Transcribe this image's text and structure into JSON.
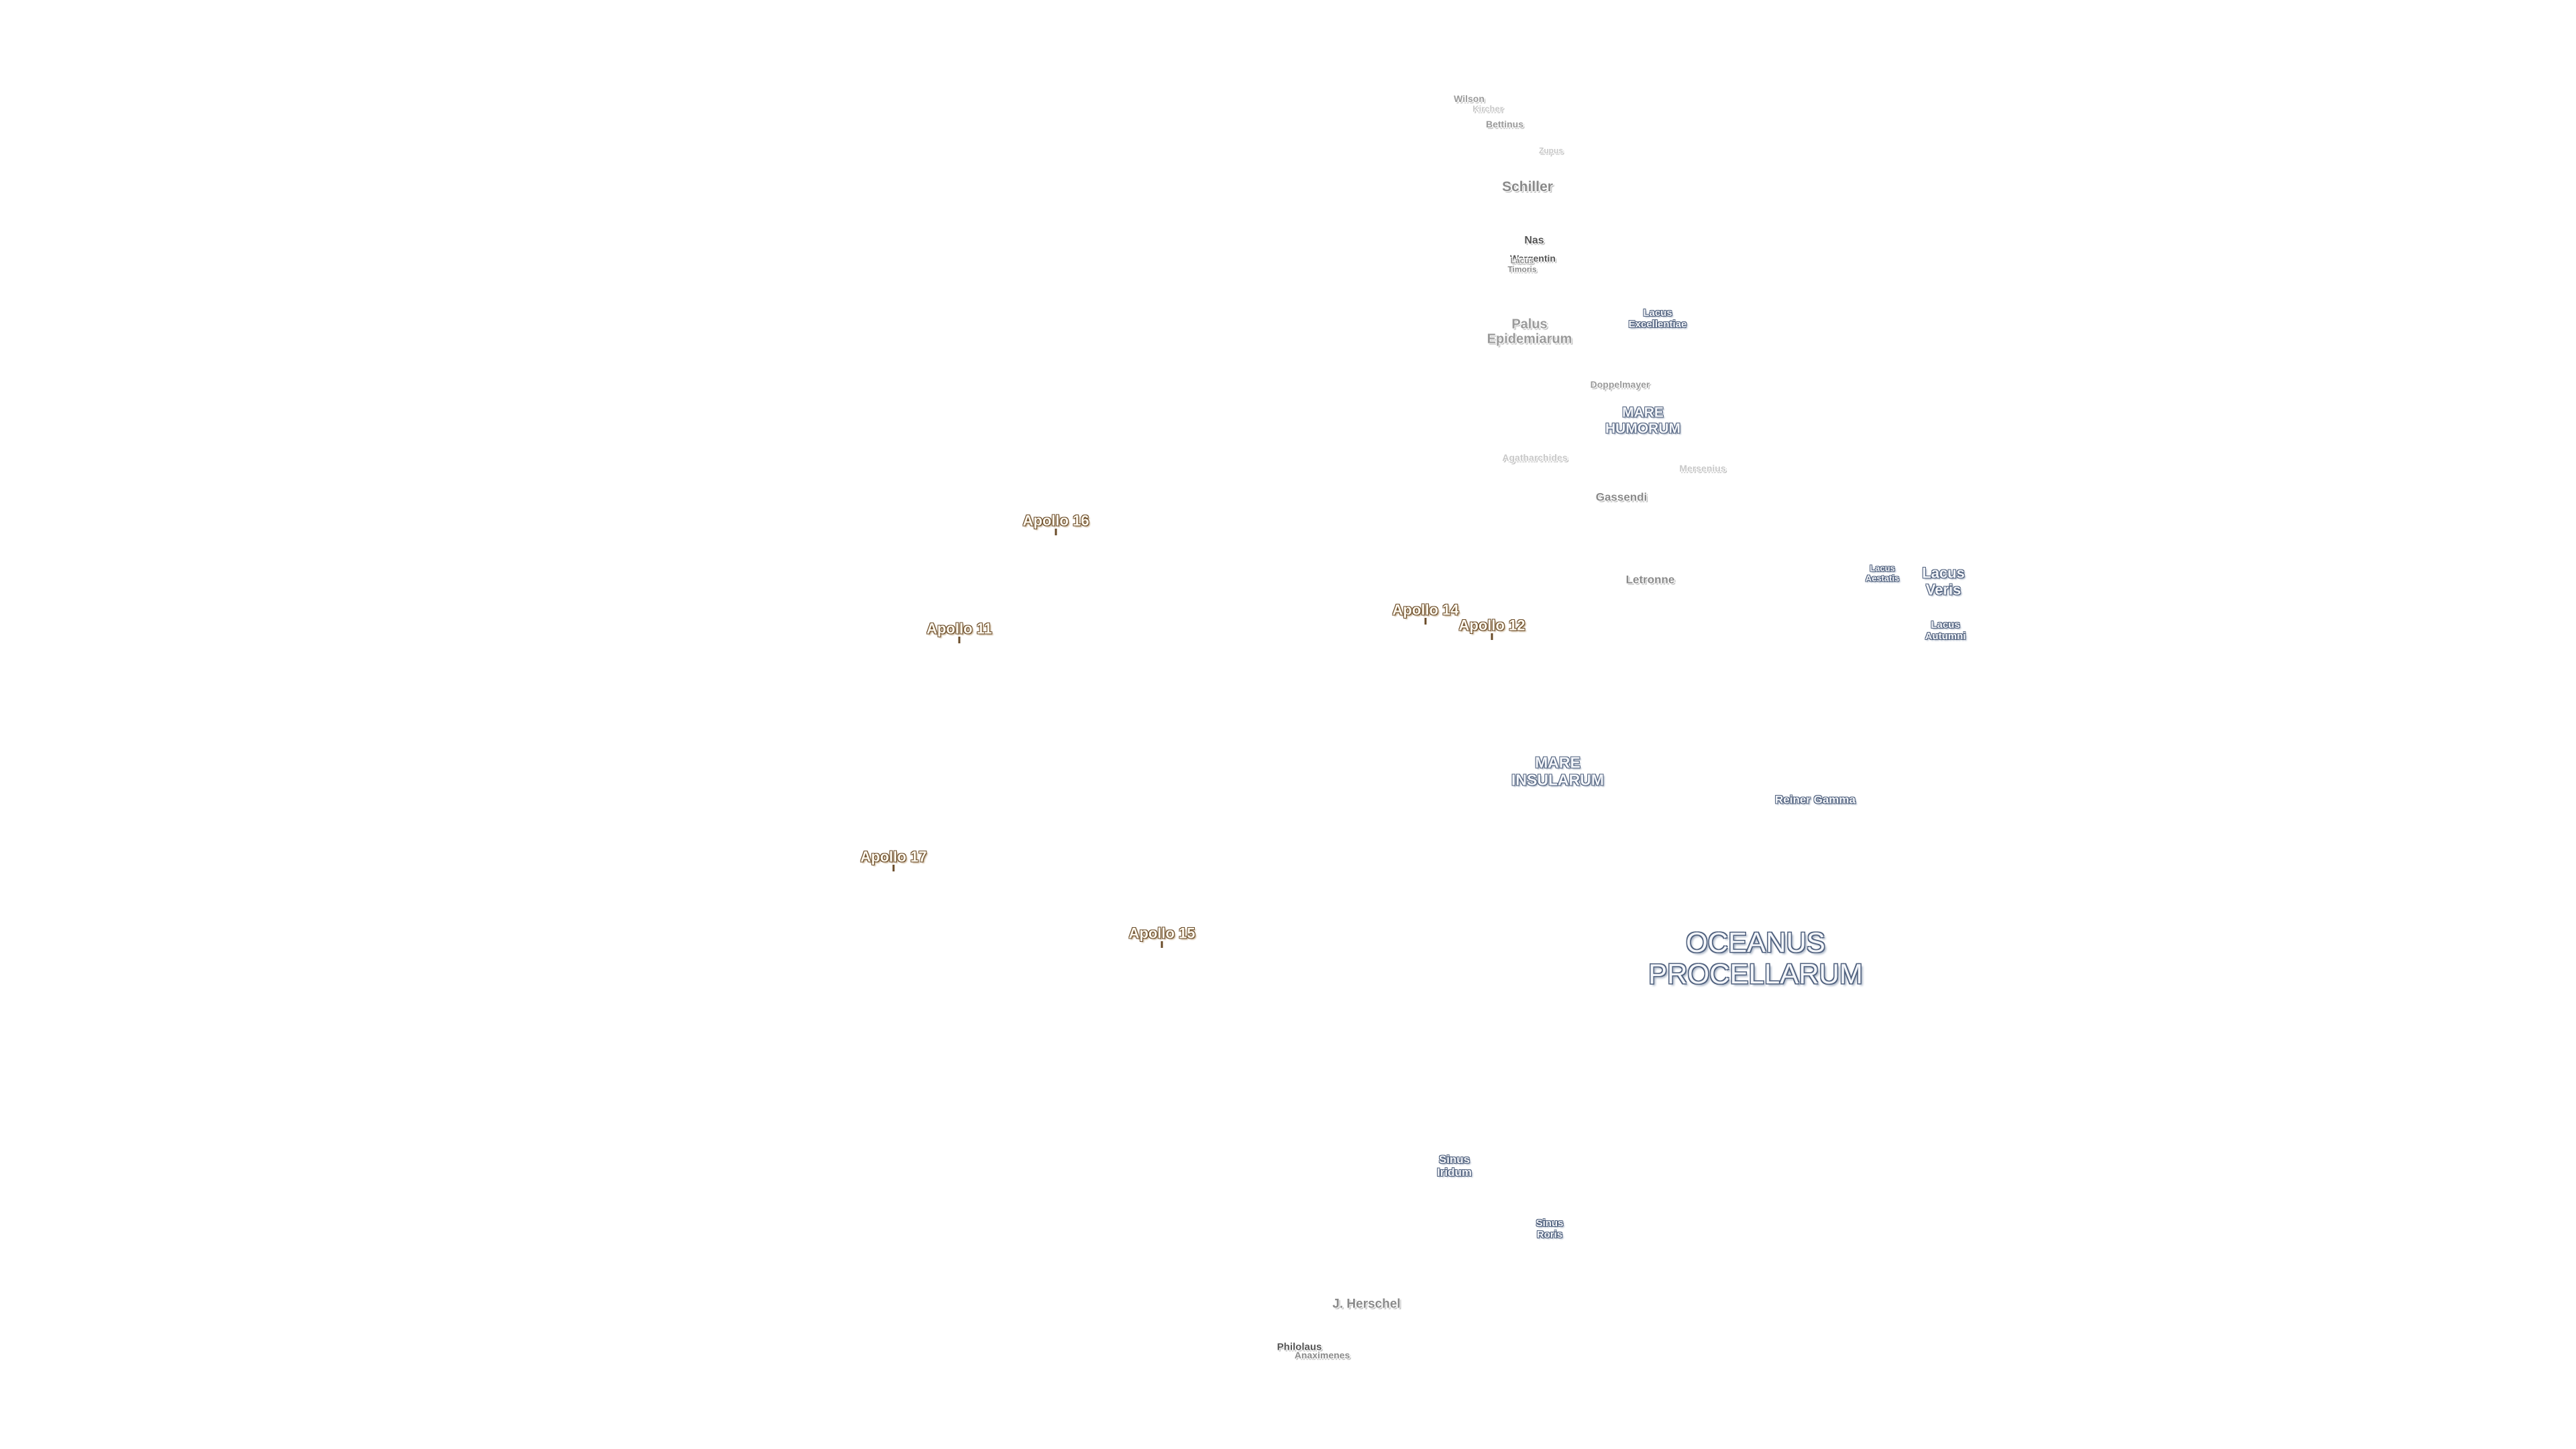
{
  "map": {
    "features": {
      "wilson": "Wilson",
      "kircher": "Kircher",
      "bettinus": "Bettinus",
      "zupus": "Zupus",
      "schiller": "Schiller",
      "nasmyth": "Nas",
      "wargentin": "Wargentin",
      "inghirami": "Lee",
      "timoris": "Lacus\nTimoris",
      "palus": "Palus\nEpidemiarum",
      "lacus_excellentiae": "Lacus\nExcellentiae",
      "doppelmayer": "Doppelmayer",
      "mare_humorum": "MARE\nHUMORUM",
      "agatharchides": "Agatharchides",
      "mersenius": "Mersenius",
      "gassendi": "Gassendi",
      "letronne": "Letronne",
      "lacus_aestatis": "Lacus\nAestatis",
      "lacus_veris": "Lacus\nVeris",
      "lacus_autumni": "Lacus\nAutumni",
      "mare_insularum": "MARE\nINSULARUM",
      "reiner_gamma": "Reiner Gamma",
      "oceanus": "OCEANUS\nPROCELLARUM",
      "sinus_iridum": "Sinus\nIridum",
      "sinus_roris": "Sinus\nRoris",
      "j_herschel": "J. Herschel",
      "philolaus": "Philolaus",
      "anaximenes": "Anaximenes"
    },
    "apollo": {
      "a16": "Apollo 16",
      "a11": "Apollo 11",
      "a14": "Apollo 14",
      "a12": "Apollo 12",
      "a17": "Apollo 17",
      "a15": "Apollo 15"
    }
  }
}
